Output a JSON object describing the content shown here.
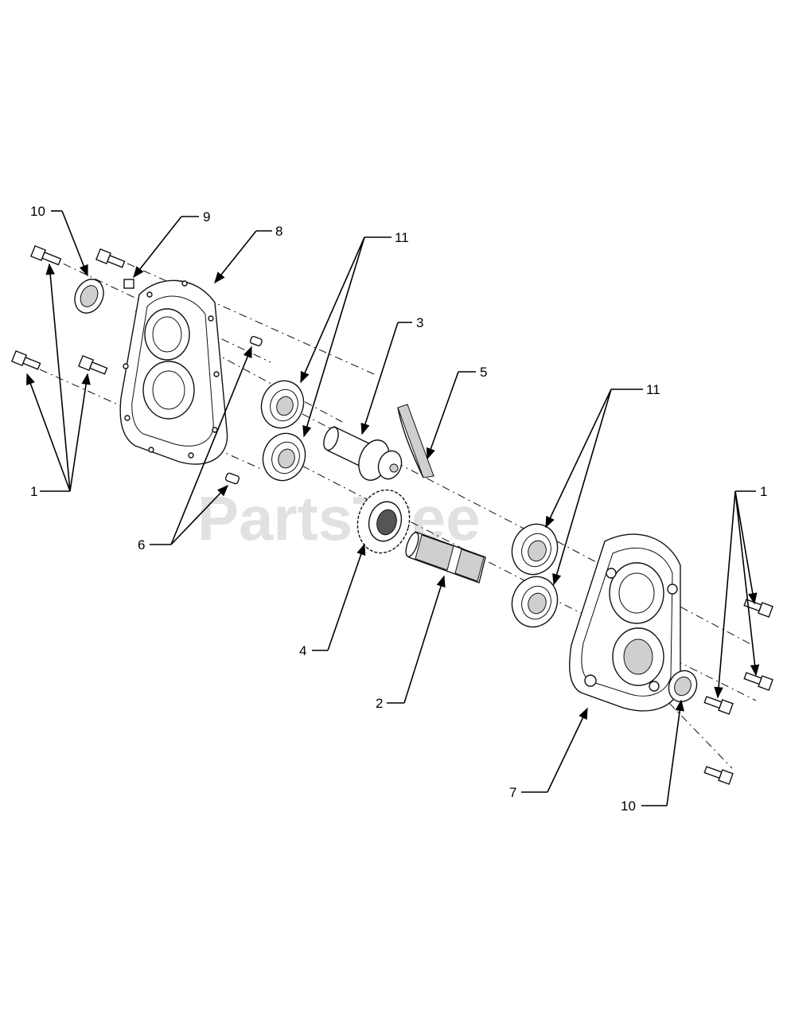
{
  "watermark": "PartsTree",
  "callouts": {
    "c1_left": "1",
    "c1_right": "1",
    "c2": "2",
    "c3": "3",
    "c4": "4",
    "c5": "5",
    "c6": "6",
    "c7": "7",
    "c8": "8",
    "c9": "9",
    "c10_top": "10",
    "c10_bottom": "10",
    "c11_left": "11",
    "c11_right": "11"
  },
  "colors": {
    "ink": "#111111",
    "watermark": "#c8c8c8",
    "background": "#ffffff"
  }
}
